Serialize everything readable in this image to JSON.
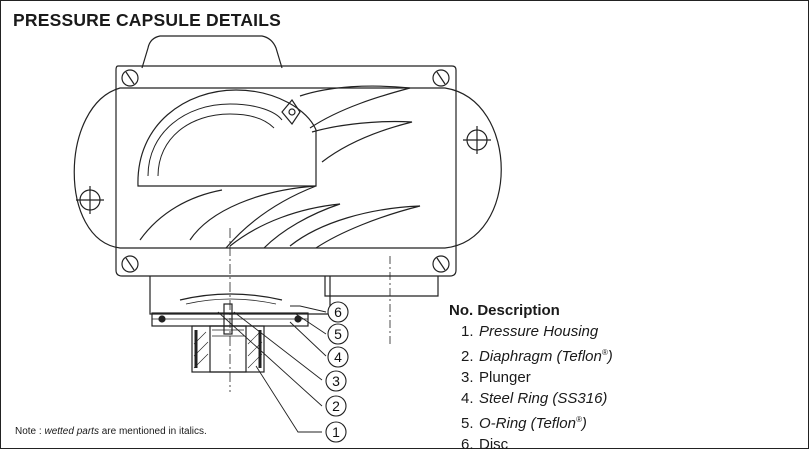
{
  "title": "PRESSURE CAPSULE DETAILS",
  "legend": {
    "header": "No. Description",
    "items": [
      {
        "num": "1.",
        "text": "Pressure Housing",
        "sup": "",
        "suffix": "",
        "italic": true
      },
      {
        "num": "2.",
        "text": "Diaphragm (Teflon",
        "sup": "®",
        "suffix": ")",
        "italic": true
      },
      {
        "num": "3.",
        "text": "Plunger",
        "sup": "",
        "suffix": "",
        "italic": false
      },
      {
        "num": "4.",
        "text": "Steel Ring (SS316)",
        "sup": "",
        "suffix": "",
        "italic": true
      },
      {
        "num": "5.",
        "text": "O-Ring (Teflon",
        "sup": "®",
        "suffix": ")",
        "italic": true
      },
      {
        "num": "6.",
        "text": "Disc",
        "sup": "",
        "suffix": "",
        "italic": false
      }
    ]
  },
  "callouts": [
    "6",
    "5",
    "4",
    "3",
    "2",
    "1"
  ],
  "note": {
    "prefix": "Note : ",
    "emphasis": "wetted parts",
    "suffix": " are mentioned in italics."
  }
}
